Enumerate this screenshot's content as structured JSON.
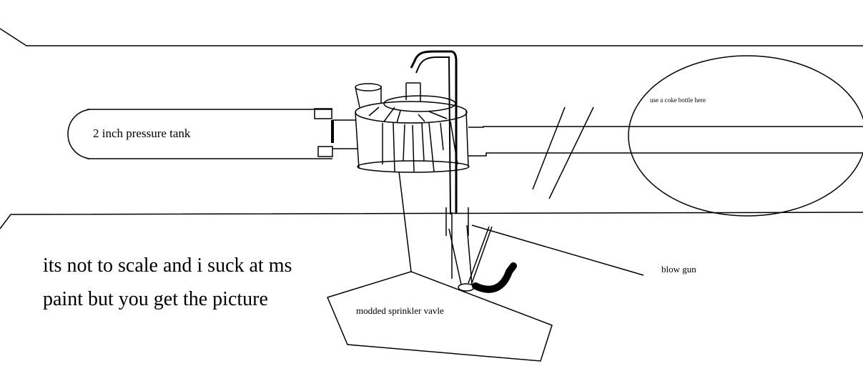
{
  "labels": {
    "tank": "2 inch pressure tank",
    "coke": "use a coke bottle here",
    "blowgun": "blow gun",
    "valve": "modded sprinkler vavle",
    "note_line1": "its not to scale and i suck at ms",
    "note_line2": "paint but you get the picture"
  },
  "colors": {
    "ink": "#000000",
    "background": "#ffffff"
  }
}
